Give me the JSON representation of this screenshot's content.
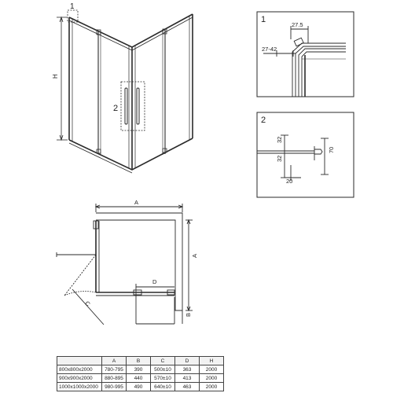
{
  "callouts": {
    "detail1": "1",
    "detail2": "2",
    "height": "H",
    "width": "A",
    "depth": "A",
    "b": "B",
    "c": "C",
    "d": "D"
  },
  "detail1": {
    "label": "1",
    "dim_top": "27.5",
    "dim_side": "27-42"
  },
  "detail2": {
    "label": "2",
    "dim_a": "32",
    "dim_b": "32",
    "dim_c": "70",
    "dim_d": "20"
  },
  "size_table": {
    "headers": [
      "",
      "A",
      "B",
      "C",
      "D",
      "H"
    ],
    "rows": [
      [
        "800x800x2000",
        "780-795",
        "390",
        "500±10",
        "363",
        "2000"
      ],
      [
        "900x900x2000",
        "880-895",
        "440",
        "570±10",
        "413",
        "2000"
      ],
      [
        "1000x1000x2000",
        "980-995",
        "490",
        "640±10",
        "463",
        "2000"
      ]
    ]
  }
}
